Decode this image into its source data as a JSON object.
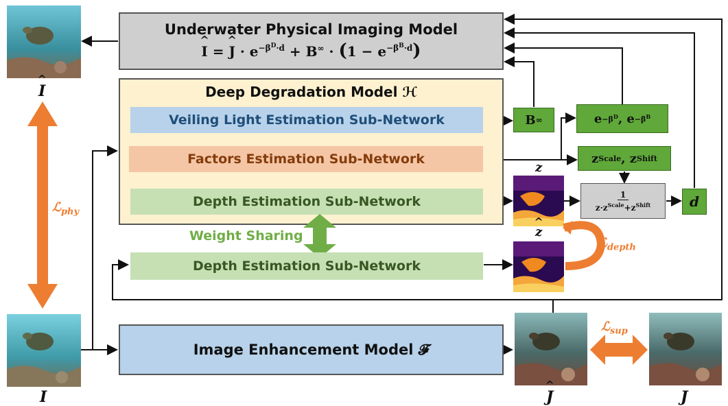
{
  "physical_model": {
    "title": "Underwater Physical Imaging Model",
    "formula": "Î = Ĵ · e^(−β^D·d) + B^∞ · (1 − e^(−β^B·d))"
  },
  "deep_degradation": {
    "title": "Deep Degradation Model ℋ",
    "veiling": "Veiling Light Estimation Sub-Network",
    "factors": "Factors Estimation Sub-Network",
    "depth": "Depth Estimation Sub-Network"
  },
  "depth_lower": "Depth Estimation Sub-Network",
  "weight_sharing": "Weight Sharing",
  "enhancement": "Image Enhancement Model 𝓕",
  "outputs": {
    "b_inf": "B∞",
    "exp_terms": "e−βD, e−βB",
    "z_scale_shift": "zScale, zShift",
    "formula_num": "1",
    "formula_den": "z·zScale+zShift",
    "d": "d"
  },
  "image_labels": {
    "i_hat": "Î",
    "i": "I",
    "z": "z",
    "z_hat": "ẑ",
    "j_hat": "Ĵ",
    "j": "J"
  },
  "losses": {
    "phy": "ℒphy",
    "depth": "ℒdepth",
    "sup": "ℒsup"
  },
  "colors": {
    "gray_box": "#cfcfd0",
    "blue": "#b7d2ea",
    "peach": "#f5c6a5",
    "green_light": "#c6e0b4",
    "yellow": "#fdf1cf",
    "green_dark": "#5fa839",
    "orange": "#ed7d31",
    "text_blue": "#1f4e79",
    "text_brown": "#843c0c",
    "text_green": "#385723",
    "text_loss": "#ed7d31"
  }
}
